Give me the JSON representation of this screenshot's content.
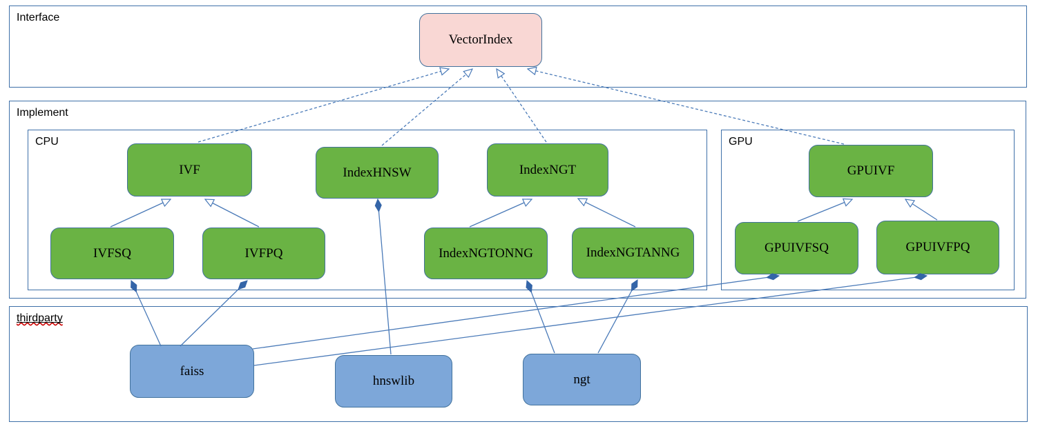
{
  "diagram": {
    "containers": {
      "interface": {
        "label": "Interface"
      },
      "implement": {
        "label": "Implement"
      },
      "cpu": {
        "label": "CPU"
      },
      "gpu": {
        "label": "GPU"
      },
      "thirdparty": {
        "label": "thirdparty"
      }
    },
    "nodes": {
      "vectorindex": {
        "label": "VectorIndex",
        "kind": "interface"
      },
      "ivf": {
        "label": "IVF",
        "kind": "cpu-implementation"
      },
      "indexhnsw": {
        "label": "IndexHNSW",
        "kind": "cpu-implementation"
      },
      "indexngt": {
        "label": "IndexNGT",
        "kind": "cpu-implementation"
      },
      "gpuivf": {
        "label": "GPUIVF",
        "kind": "gpu-implementation"
      },
      "ivfsq": {
        "label": "IVFSQ",
        "kind": "cpu-implementation"
      },
      "ivfpq": {
        "label": "IVFPQ",
        "kind": "cpu-implementation"
      },
      "indexngtonng": {
        "label": "IndexNGTONNG",
        "kind": "cpu-implementation"
      },
      "indexngtanng": {
        "label": "IndexNGTANNG",
        "kind": "cpu-implementation"
      },
      "gpuivfsq": {
        "label": "GPUIVFSQ",
        "kind": "gpu-implementation"
      },
      "gpuivfpq": {
        "label": "GPUIVFPQ",
        "kind": "gpu-implementation"
      },
      "faiss": {
        "label": "faiss",
        "kind": "thirdparty-library"
      },
      "hnswlib": {
        "label": "hnswlib",
        "kind": "thirdparty-library"
      },
      "ngt": {
        "label": "ngt",
        "kind": "thirdparty-library"
      }
    },
    "edges": [
      {
        "from": "IVF",
        "to": "VectorIndex",
        "type": "realization-dashed"
      },
      {
        "from": "IndexHNSW",
        "to": "VectorIndex",
        "type": "realization-dashed"
      },
      {
        "from": "IndexNGT",
        "to": "VectorIndex",
        "type": "realization-dashed"
      },
      {
        "from": "GPUIVF",
        "to": "VectorIndex",
        "type": "realization-dashed"
      },
      {
        "from": "IVFSQ",
        "to": "IVF",
        "type": "generalization"
      },
      {
        "from": "IVFPQ",
        "to": "IVF",
        "type": "generalization"
      },
      {
        "from": "IndexNGTONNG",
        "to": "IndexNGT",
        "type": "generalization"
      },
      {
        "from": "IndexNGTANNG",
        "to": "IndexNGT",
        "type": "generalization"
      },
      {
        "from": "GPUIVFSQ",
        "to": "GPUIVF",
        "type": "generalization"
      },
      {
        "from": "GPUIVFPQ",
        "to": "GPUIVF",
        "type": "generalization"
      },
      {
        "from": "faiss",
        "to": "IVFSQ",
        "type": "composition"
      },
      {
        "from": "faiss",
        "to": "IVFPQ",
        "type": "composition"
      },
      {
        "from": "faiss",
        "to": "GPUIVFSQ",
        "type": "composition"
      },
      {
        "from": "faiss",
        "to": "GPUIVFPQ",
        "type": "composition"
      },
      {
        "from": "hnswlib",
        "to": "IndexHNSW",
        "type": "composition"
      },
      {
        "from": "ngt",
        "to": "IndexNGTONNG",
        "type": "composition"
      },
      {
        "from": "ngt",
        "to": "IndexNGTANNG",
        "type": "composition"
      }
    ],
    "colors": {
      "interface_node_fill": "#f9d7d4",
      "implementation_node_fill": "#6ab344",
      "thirdparty_node_fill": "#7da7d9",
      "node_border": "#41719c",
      "container_border": "#3d6fa8",
      "edge_stroke": "#4a7ab8",
      "composition_diamond": "#3465a8",
      "spellcheck_underline": "#cc0000"
    }
  }
}
